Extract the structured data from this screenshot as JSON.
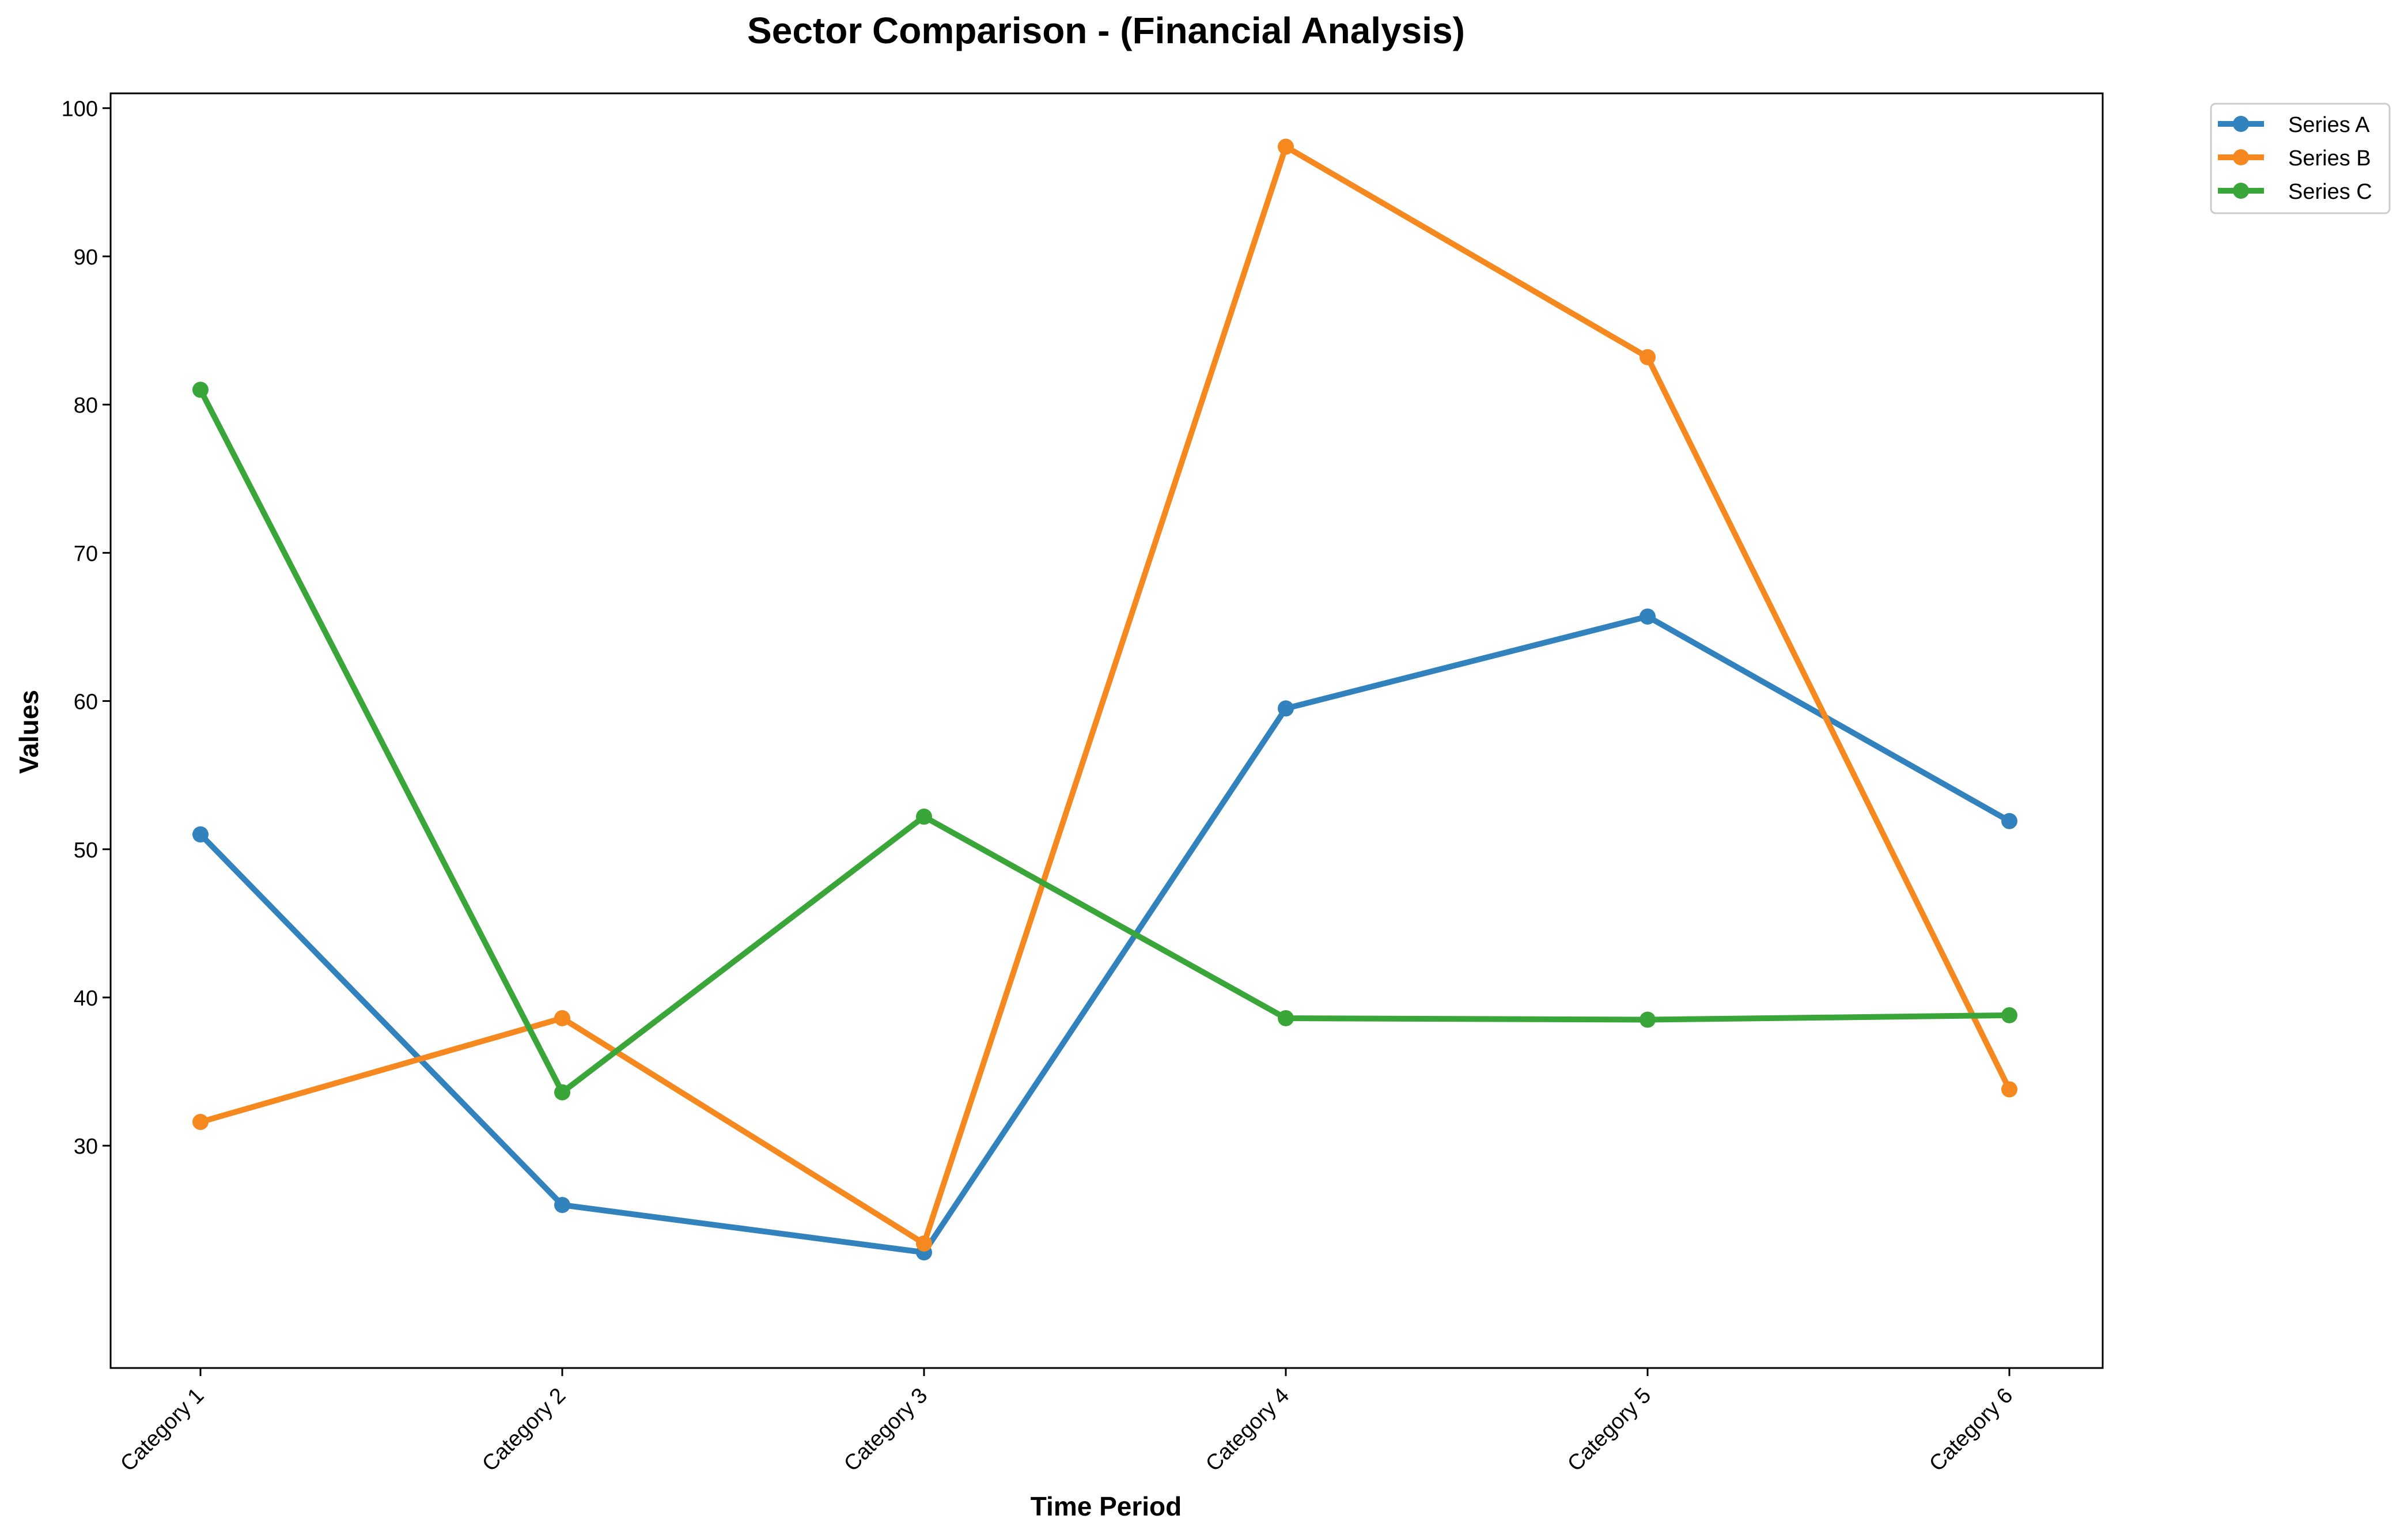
{
  "chart_data": {
    "type": "line",
    "title": "Sector Comparison - (Financial Analysis)",
    "xlabel": "Time Period",
    "ylabel": "Values",
    "categories": [
      "Category 1",
      "Category 2",
      "Category 3",
      "Category 4",
      "Category 5",
      "Category 6"
    ],
    "ylim": [
      15,
      101
    ],
    "yticks": [
      30,
      40,
      50,
      60,
      70,
      80,
      90,
      100
    ],
    "grid": false,
    "legend_position": "top-right",
    "series": [
      {
        "name": "Series A",
        "color": "#3182bd",
        "values": [
          51.0,
          26.0,
          22.8,
          59.5,
          65.7,
          51.9
        ]
      },
      {
        "name": "Series B",
        "color": "#f5891f",
        "values": [
          31.6,
          38.6,
          23.4,
          97.4,
          83.2,
          33.8
        ]
      },
      {
        "name": "Series C",
        "color": "#3aa63a",
        "values": [
          81.0,
          33.6,
          52.2,
          38.6,
          38.5,
          38.8
        ]
      }
    ]
  }
}
